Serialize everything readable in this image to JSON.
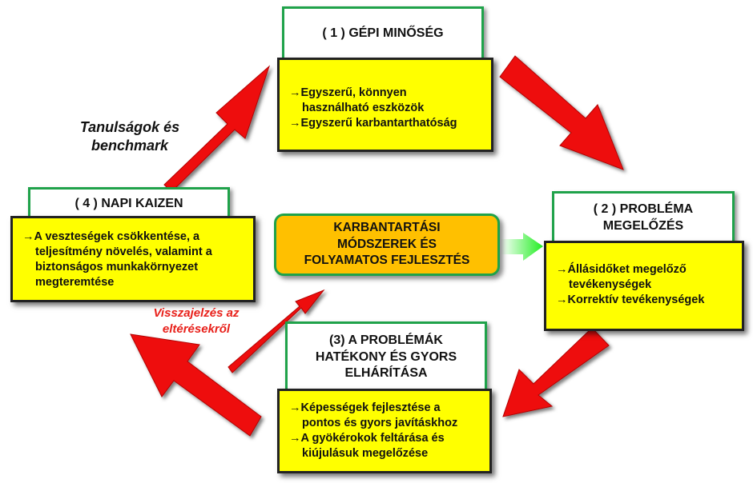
{
  "center": {
    "lines": [
      "KARBANTARTÁSI",
      "MÓDSZEREK ÉS",
      "FOLYAMATOS FEJLESZTÉS"
    ]
  },
  "stage1": {
    "title": "( 1 ) GÉPI MINŐSÉG",
    "items": [
      [
        "→Egyszerű, könnyen",
        "használható eszközök"
      ],
      [
        "→Egyszerű karbantarthatóság"
      ]
    ]
  },
  "stage2": {
    "title_lines": [
      "( 2 ) PROBLÉMA",
      "MEGELŐZÉS"
    ],
    "items": [
      [
        "→Állásidőket megelőző",
        "tevékenységek"
      ],
      [
        "→Korrektív tevékenységek"
      ]
    ]
  },
  "stage3": {
    "title_lines": [
      "(3) A PROBLÉMÁK",
      "HATÉKONY ÉS GYORS",
      "ELHÁRÍTÁSA"
    ],
    "items": [
      [
        "→Képességek fejlesztése a",
        "pontos és gyors javításkhoz"
      ],
      [
        "→A gyökérokok feltárása és",
        "kiújulásuk megelőzése"
      ]
    ]
  },
  "stage4": {
    "title": "( 4 ) NAPI KAIZEN",
    "lines": [
      "→A veszteségek csökkentése, a",
      "teljesítmény növelés, valamint a",
      "biztonságos munkakörnyezet",
      "megteremtése"
    ]
  },
  "labels": {
    "benchmark": [
      "Tanulságok és",
      "benchmark"
    ],
    "feedback": [
      "Visszajelzés az",
      "eltérésekről"
    ]
  },
  "colors": {
    "arrow_red": "#ee1111",
    "box_yellow": "#ffff00",
    "center_orange": "#ffc000",
    "border_green": "#1fa24a",
    "center_arrow_green": "#22ee22",
    "feedback_text": "#e8201a"
  }
}
